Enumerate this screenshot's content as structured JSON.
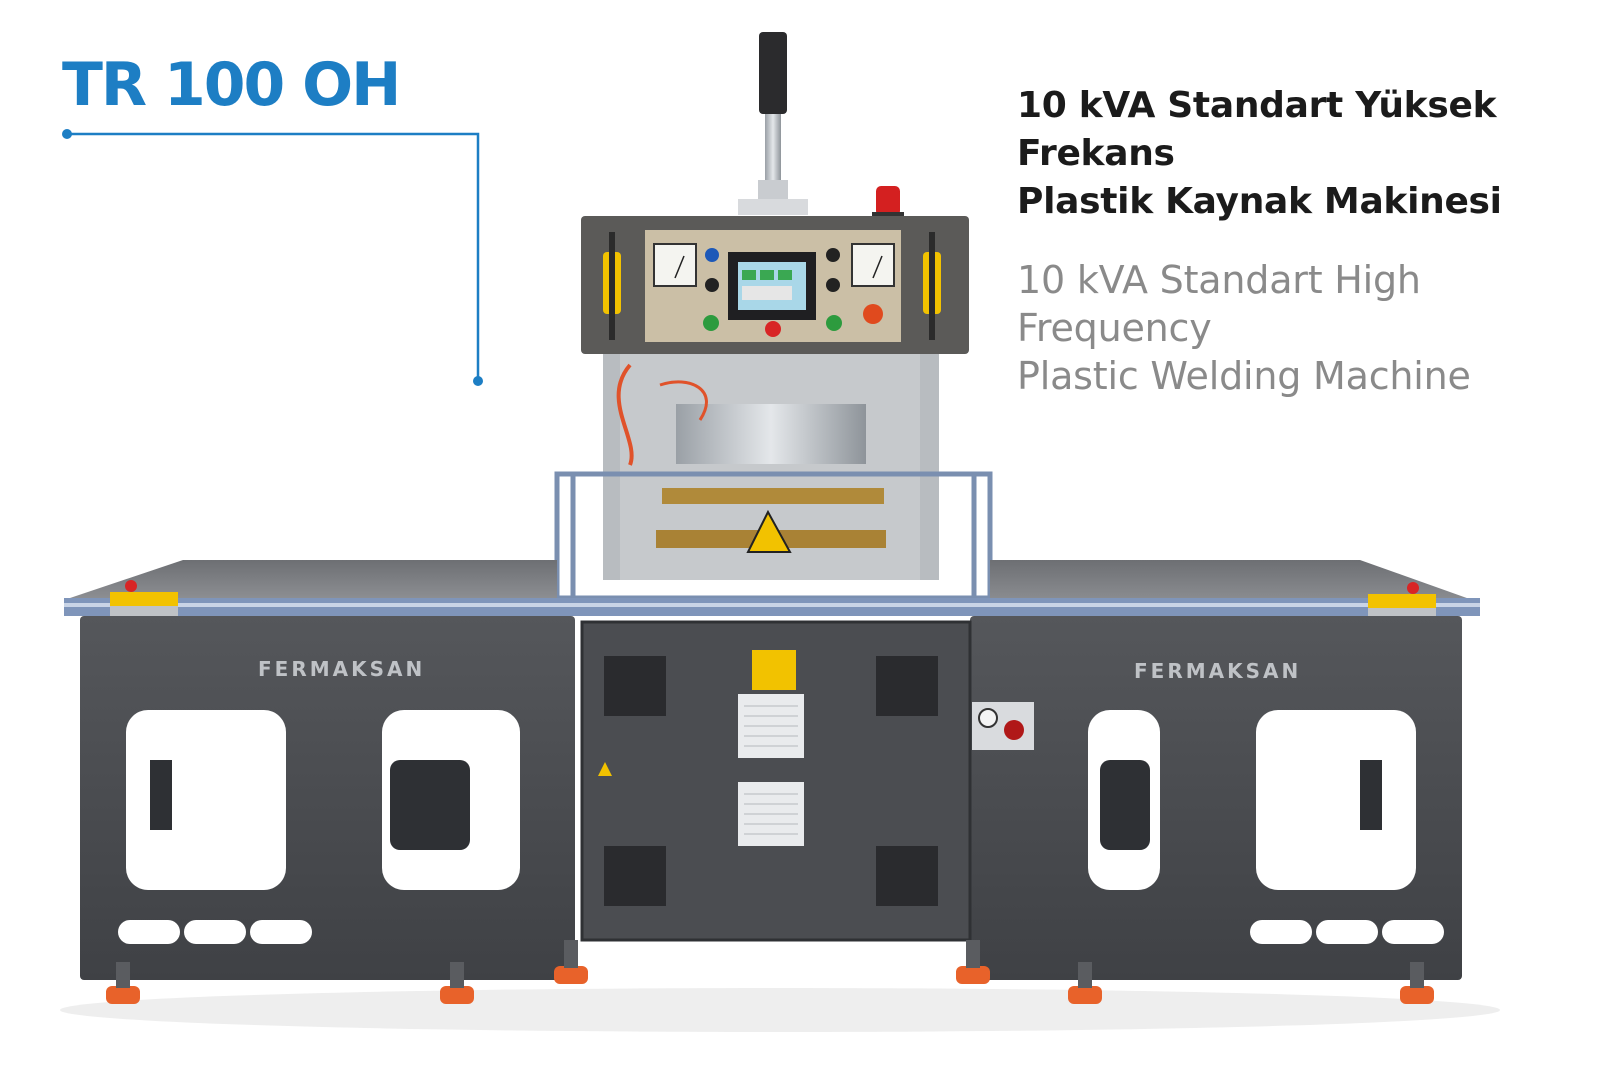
{
  "model": "TR 100 OH",
  "title_tr": [
    "10 kVA Standart Yüksek",
    "Frekans",
    "Plastik Kaynak Makinesi"
  ],
  "title_en": [
    "10 kVA Standart High",
    "Frequency",
    "Plastic Welding Machine"
  ],
  "brand": "FERMAKSAN",
  "colors": {
    "accent": "#1d7ec4",
    "frame": "#4a4c50",
    "panel": "#c9bfa9",
    "warning": "#f2c200",
    "feet": "#e8622a"
  }
}
